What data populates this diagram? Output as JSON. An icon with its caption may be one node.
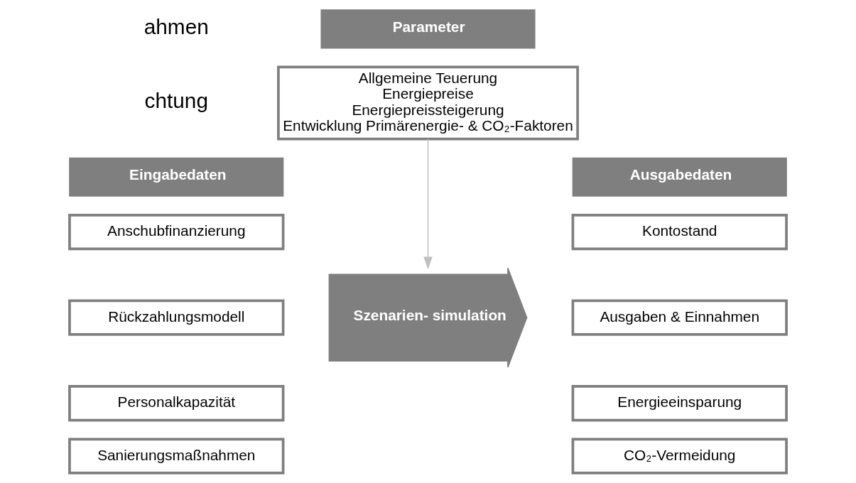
{
  "diagram": {
    "nodes": [
      {
        "text": [
          "Parameter"
        ]
      },
      {
        "text": [
          "Allgemeine Teuerung",
          "Energiepreise",
          "Energiepreissteigerung",
          "Entwicklung Primärenergie- & CO₂-Faktoren"
        ]
      },
      {
        "text": [
          "Eingabedaten"
        ]
      },
      {
        "text": [
          "Anschubfinanzierung"
        ]
      },
      {
        "text": [
          "Rückzahlungsmodell"
        ]
      },
      {
        "text": [
          "Personalkapazität"
        ]
      },
      {
        "text": [
          "Sanierungsmaßnahmen"
        ]
      },
      {
        "text": [
          "Szenarien- simulation"
        ]
      },
      {
        "text": [
          "Ausgabedaten"
        ]
      },
      {
        "text": [
          "Kontostand"
        ]
      },
      {
        "text": [
          "Ausgaben & Einnahmen"
        ]
      },
      {
        "text": [
          "Energieeinsparung"
        ]
      },
      {
        "text": [
          "CO₂-Vermeidung"
        ]
      }
    ],
    "edges": [
      {
        "from": 1,
        "to": 7,
        "arrow": "to",
        "color": "#c0c0c0"
      }
    ],
    "labels": [
      "ahmen",
      "chtung"
    ]
  }
}
